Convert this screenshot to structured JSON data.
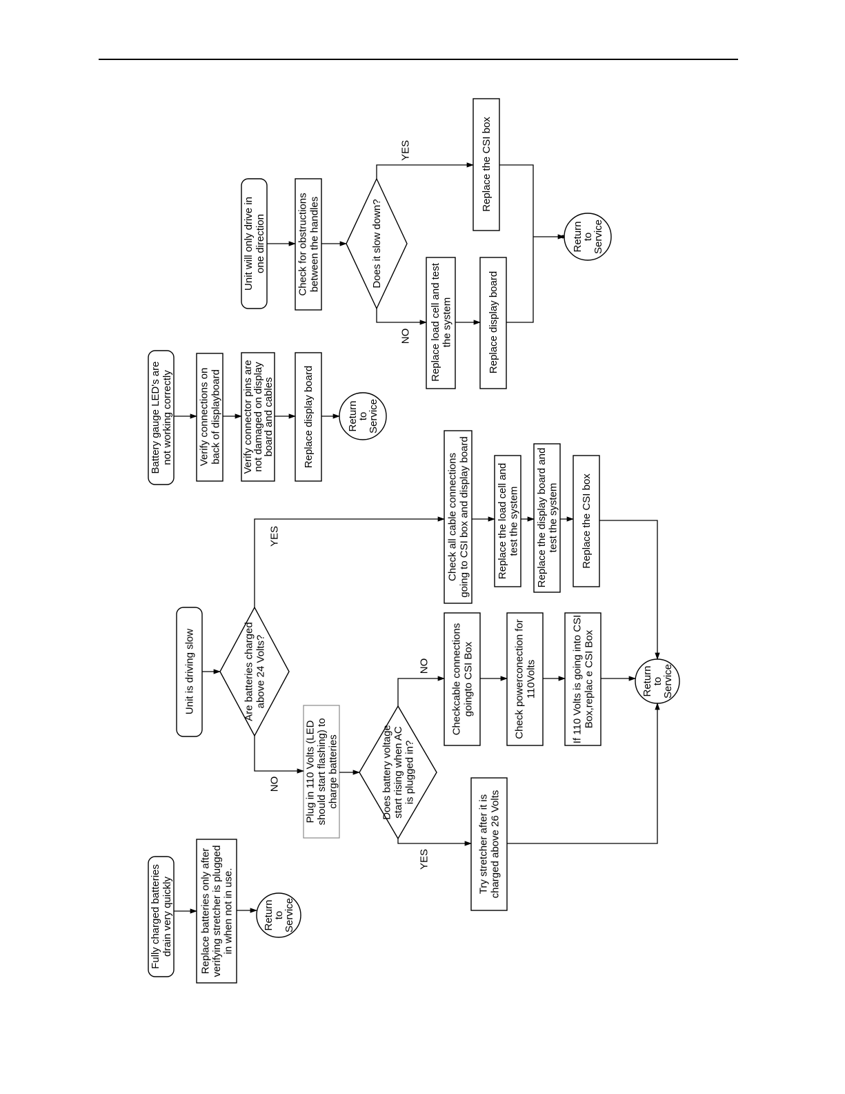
{
  "flowcharts": {
    "battery_drain": {
      "start": [
        "Fully charged batteries",
        "drain very quickly"
      ],
      "step1": [
        "Replace batteries only after",
        "verifying stretcher is plugged",
        "in when not in use."
      ],
      "end": [
        "Return",
        "to",
        "Service"
      ]
    },
    "driving_slow": {
      "start": [
        "Unit is driving slow"
      ],
      "decision1": [
        "Are batteries charged",
        "above 24 Volts?"
      ],
      "decision1_no_label": "NO",
      "decision1_yes_label": "YES",
      "plug_in": [
        "Plug in 110 Volts (LED",
        "should start flashing) to",
        "charge batteries"
      ],
      "decision2": [
        "Does battery voltage",
        "start rising when AC",
        "is plugged in?"
      ],
      "decision2_yes_label": "YES",
      "decision2_no_label": "NO",
      "try_stretcher": [
        "Try stretcher after it is",
        "charged above 26 Volts"
      ],
      "check_cable": [
        "Checkcable connections",
        "goingto CSI Box"
      ],
      "check_power": [
        "Check powerconection for",
        "110Volts"
      ],
      "if_110": [
        "If 110 Volts is going into CSI",
        "Box,replac e CSI Box"
      ],
      "check_all_cables": [
        "Check all cable connections",
        "going to CSI box and display board"
      ],
      "replace_load_cell": [
        "Replace the load cell and",
        "test the system"
      ],
      "replace_display": [
        "Replace the display board and",
        "test the system"
      ],
      "replace_csi": [
        "Replace the CSI box"
      ],
      "end": [
        "Return",
        "to",
        "Service"
      ]
    },
    "battery_gauge": {
      "start": [
        "Battery gauge LED's are",
        "not working correctly"
      ],
      "step1": [
        "Verify connections on",
        "back of displayboard"
      ],
      "step2": [
        "Verify connector pins are",
        "not damaged on display",
        "board and cables"
      ],
      "step3": [
        "Replace display board"
      ],
      "end": [
        "Return",
        "to",
        "Service"
      ]
    },
    "one_direction": {
      "start": [
        "Unit will only drive in",
        "one direction"
      ],
      "step1": [
        "Check for obstructions",
        "between the handles"
      ],
      "decision": [
        "Does it slow down?"
      ],
      "decision_yes_label": "YES",
      "decision_no_label": "NO",
      "replace_csi": [
        "Replace the CSI box"
      ],
      "replace_load_cell": [
        "Replace load cell and test",
        "the system"
      ],
      "replace_display": [
        "Replace display board"
      ],
      "end": [
        "Return",
        "to",
        "Service"
      ]
    }
  }
}
